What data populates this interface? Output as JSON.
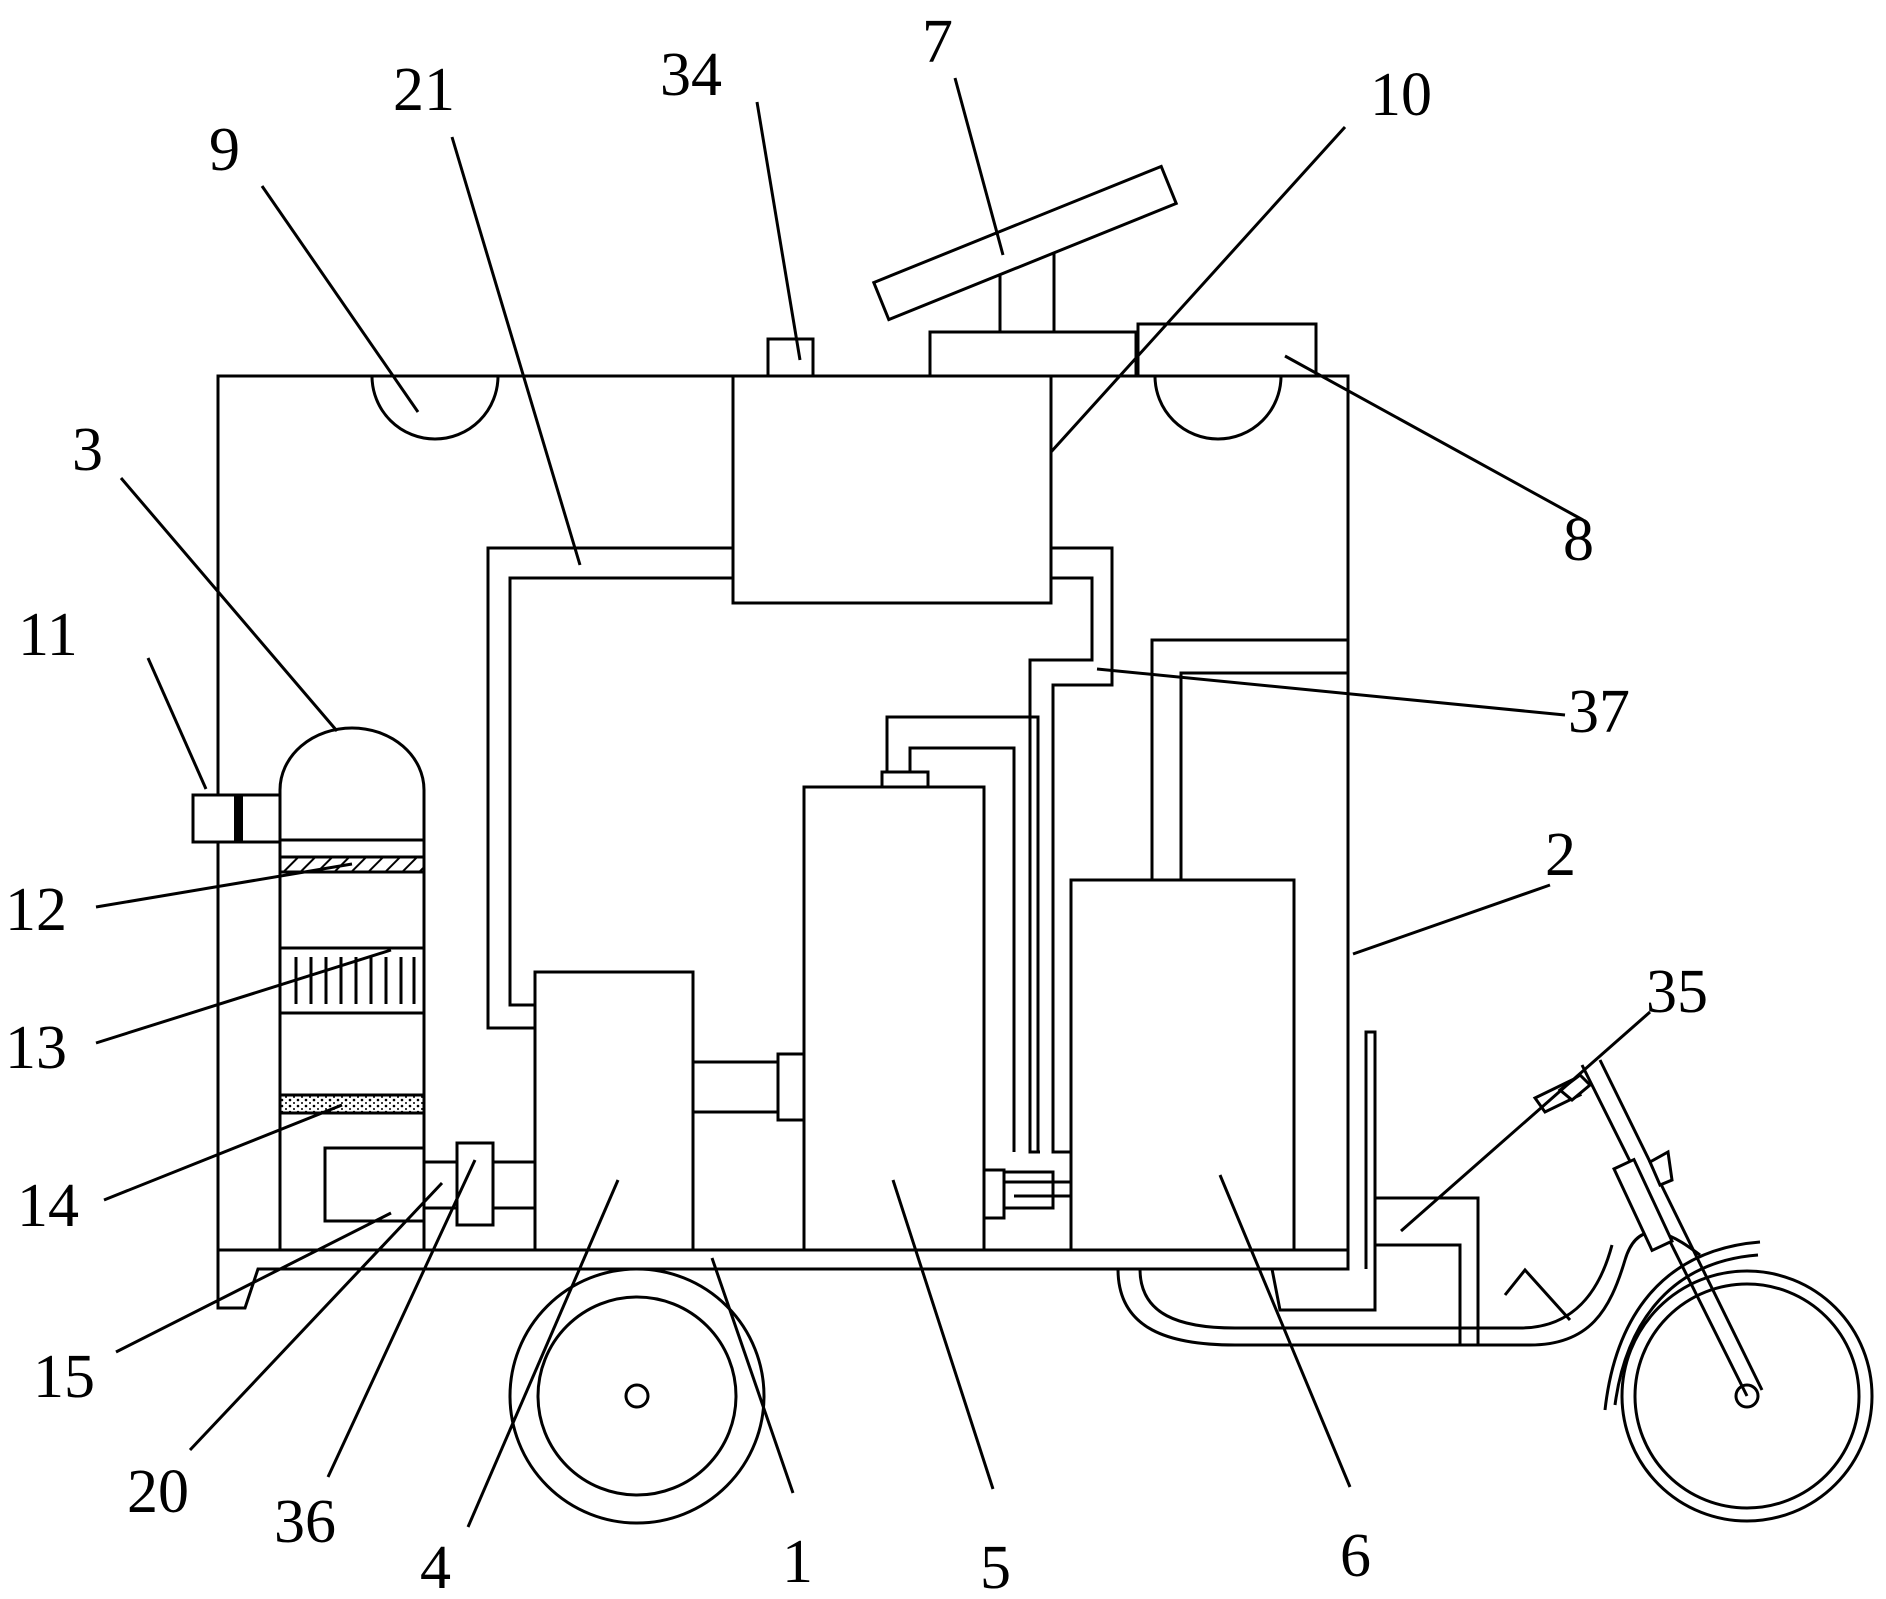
{
  "labels": {
    "l1": "1",
    "l2": "2",
    "l3": "3",
    "l4": "4",
    "l5": "5",
    "l6": "6",
    "l7": "7",
    "l8": "8",
    "l9": "9",
    "l10": "10",
    "l11": "11",
    "l12": "12",
    "l13": "13",
    "l14": "14",
    "l15": "15",
    "l20": "20",
    "l21": "21",
    "l34": "34",
    "l35": "35",
    "l36": "36",
    "l37": "37"
  }
}
